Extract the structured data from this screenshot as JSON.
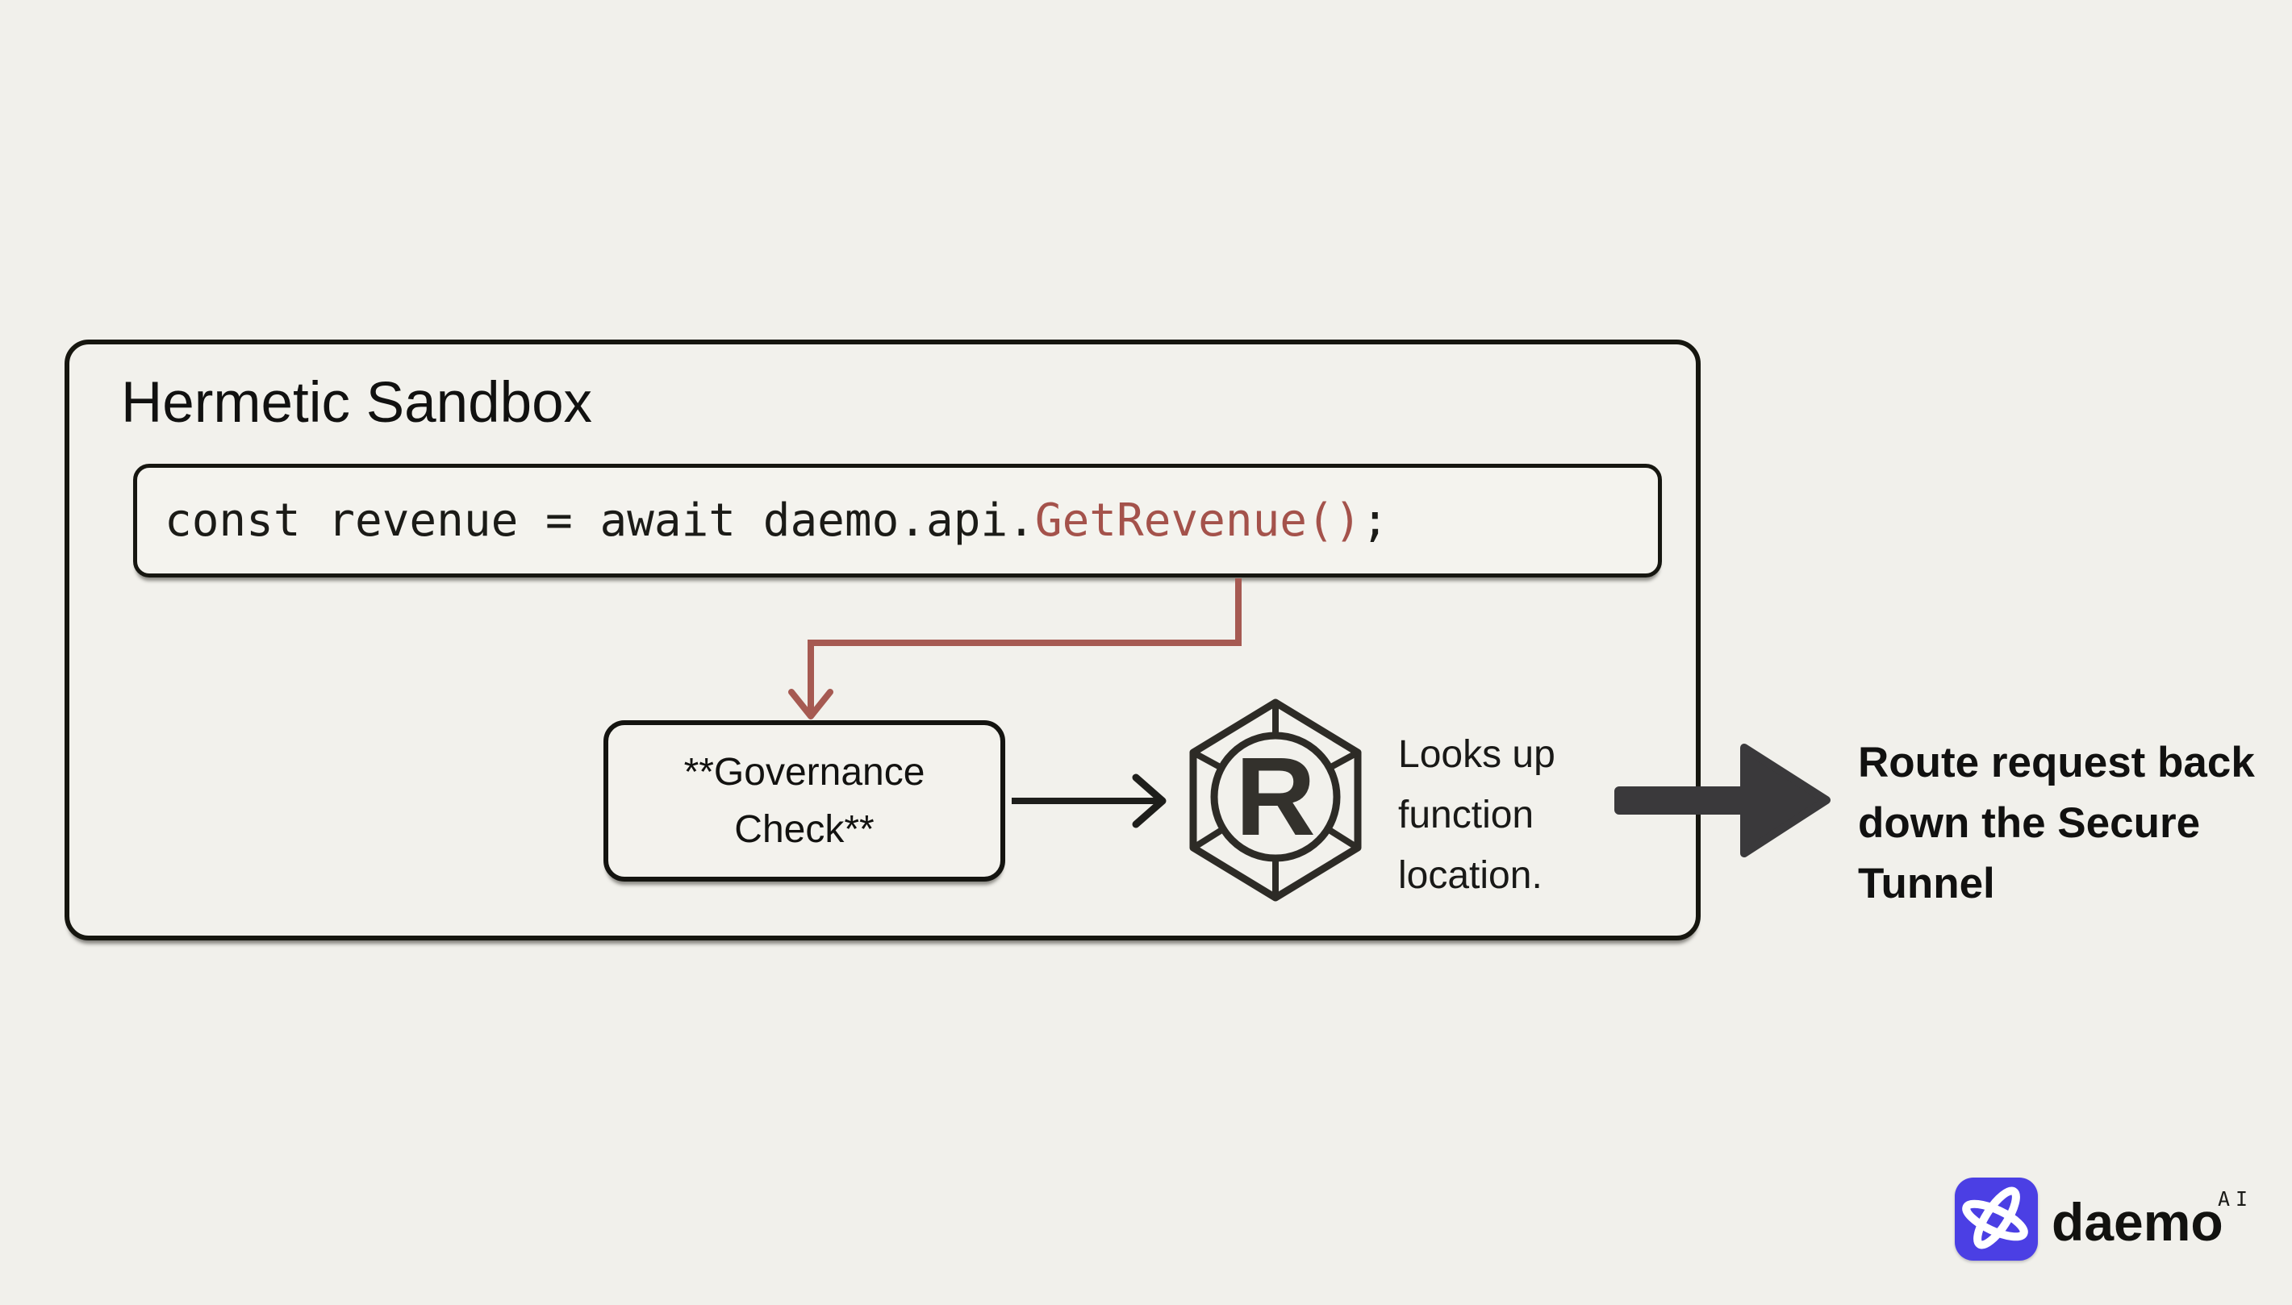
{
  "colors": {
    "background": "#f1f0eb",
    "box_border": "#16160f",
    "accent_red": "#a65a52",
    "code_highlight_red": "#a4524b",
    "arrow_dark": "#3a393b",
    "brand_indigo": "#4b3fe4"
  },
  "sandbox": {
    "title": "Hermetic Sandbox"
  },
  "code_box": {
    "code_plain": "const revenue = await daemo.api.",
    "code_highlight": "GetRevenue()",
    "code_end": ";"
  },
  "governance_box": {
    "line1": "**Governance",
    "line2": "Check**"
  },
  "registry": {
    "letter": "R",
    "caption": {
      "line1": "Looks up",
      "line2": "function",
      "line3": "location."
    }
  },
  "route_note": {
    "line1": "Route request back",
    "line2": "down the Secure",
    "line3": "Tunnel"
  },
  "brand": {
    "wordmark": "daemo",
    "superscript": "AI"
  }
}
